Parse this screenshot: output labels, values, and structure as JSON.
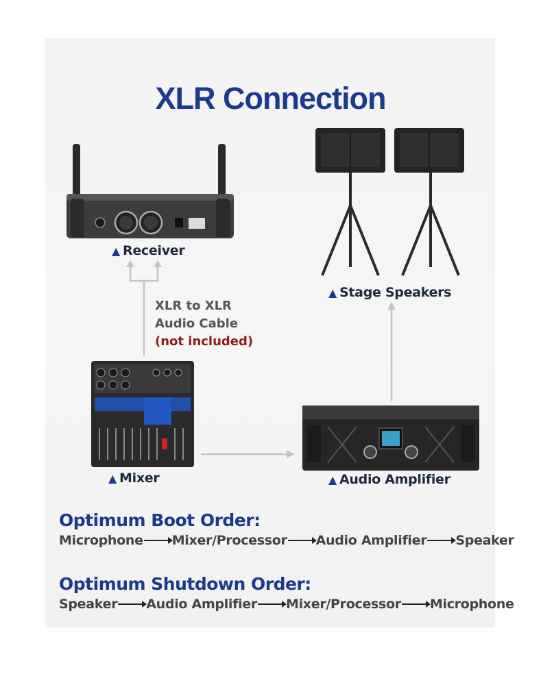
{
  "title": "XLR Connection",
  "devices": {
    "receiver": "Receiver",
    "stage_speakers": "Stage Speakers",
    "mixer": "Mixer",
    "amplifier": "Audio Amplifier"
  },
  "triangle": "▲",
  "cable": {
    "line1": "XLR to XLR",
    "line2": "Audio Cable",
    "line3": "(not included)"
  },
  "boot_order": {
    "title": "Optimum Boot Order:",
    "steps": [
      "Microphone",
      "Mixer/Processor",
      "Audio Amplifier",
      "Speaker"
    ]
  },
  "shutdown_order": {
    "title": "Optimum Shutdown Order:",
    "steps": [
      "Speaker",
      "Audio Amplifier",
      "Mixer/Processor",
      "Microphone"
    ]
  },
  "colors": {
    "title_blue": "#1a3a8c",
    "warning_red": "#8e1c1c",
    "connector_gray": "#c4c4c4"
  }
}
